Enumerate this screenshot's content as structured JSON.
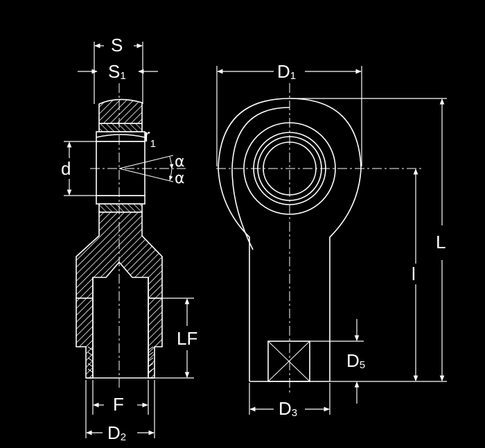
{
  "labels": {
    "S": "S",
    "S1": {
      "main": "S",
      "sub": "1"
    },
    "D1": {
      "main": "D",
      "sub": "1"
    },
    "r1": {
      "main": "r",
      "sub": "1"
    },
    "alpha_top": "α",
    "alpha_bottom": "α",
    "d": "d",
    "L": "L",
    "l": "l",
    "LF": "LF",
    "F": "F",
    "D2": {
      "main": "D",
      "sub": "2"
    },
    "D3": {
      "main": "D",
      "sub": "3"
    },
    "D5": {
      "main": "D",
      "sub": "5"
    }
  },
  "colors": {
    "background": "#000000",
    "line": "#ffffff",
    "hatch": "#ffffff"
  }
}
